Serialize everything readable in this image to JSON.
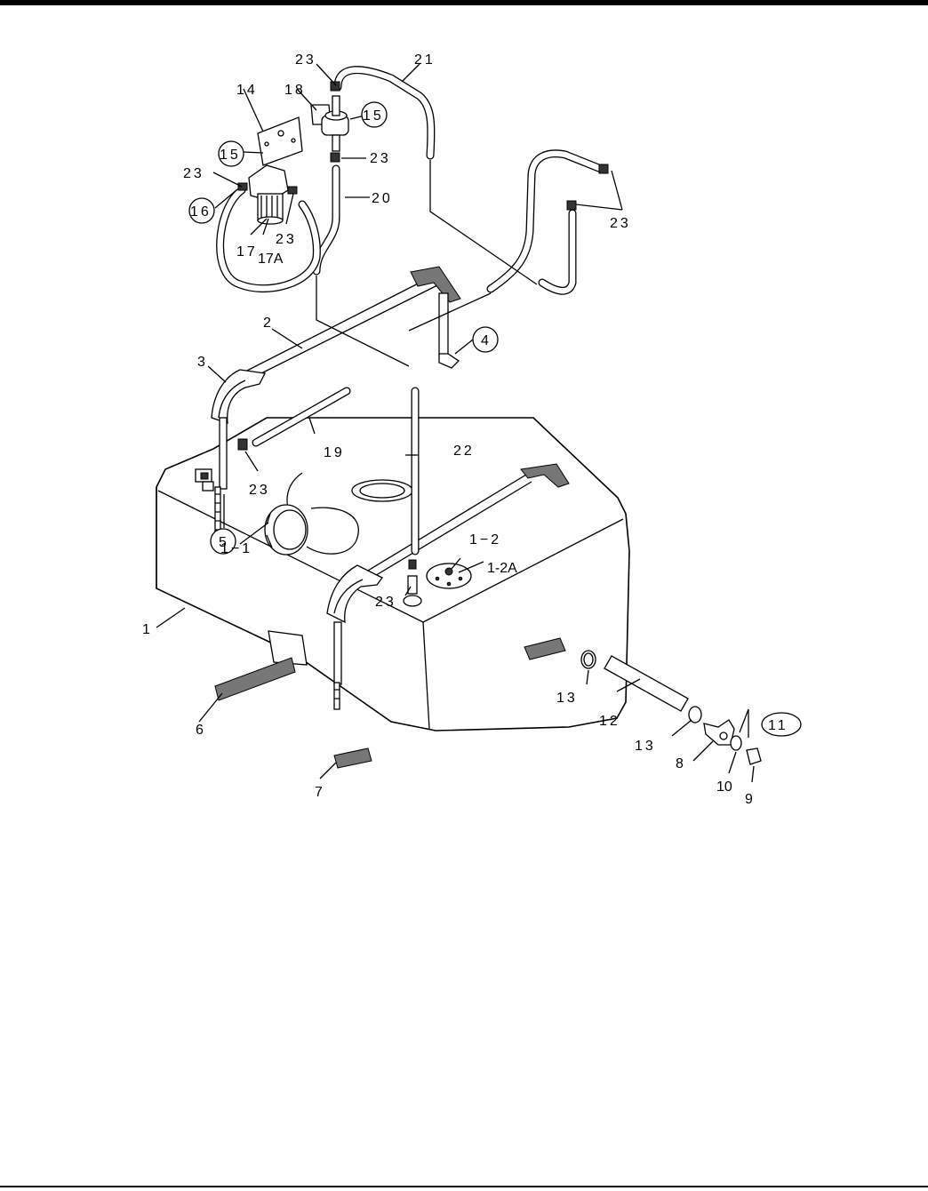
{
  "labels": {
    "l1": "1",
    "l1_1": "1−1",
    "l1_2": "1−2",
    "l1_2a": "1-2A",
    "l2": "2",
    "l3": "3",
    "l4": "4",
    "l5": "5",
    "l6": "6",
    "l7": "7",
    "l8": "8",
    "l9": "9",
    "l10": "10",
    "l11": "11",
    "l12": "12",
    "l13a": "13",
    "l13b": "13",
    "l14": "14",
    "l15a": "15",
    "l15b": "15",
    "l16": "16",
    "l17": "17",
    "l17a": "17A",
    "l18": "18",
    "l19": "19",
    "l20": "20",
    "l21": "21",
    "l22": "22",
    "l23a": "23",
    "l23b": "23",
    "l23c": "23",
    "l23d": "23",
    "l23e": "23",
    "l23f": "23",
    "l23g": "23"
  }
}
